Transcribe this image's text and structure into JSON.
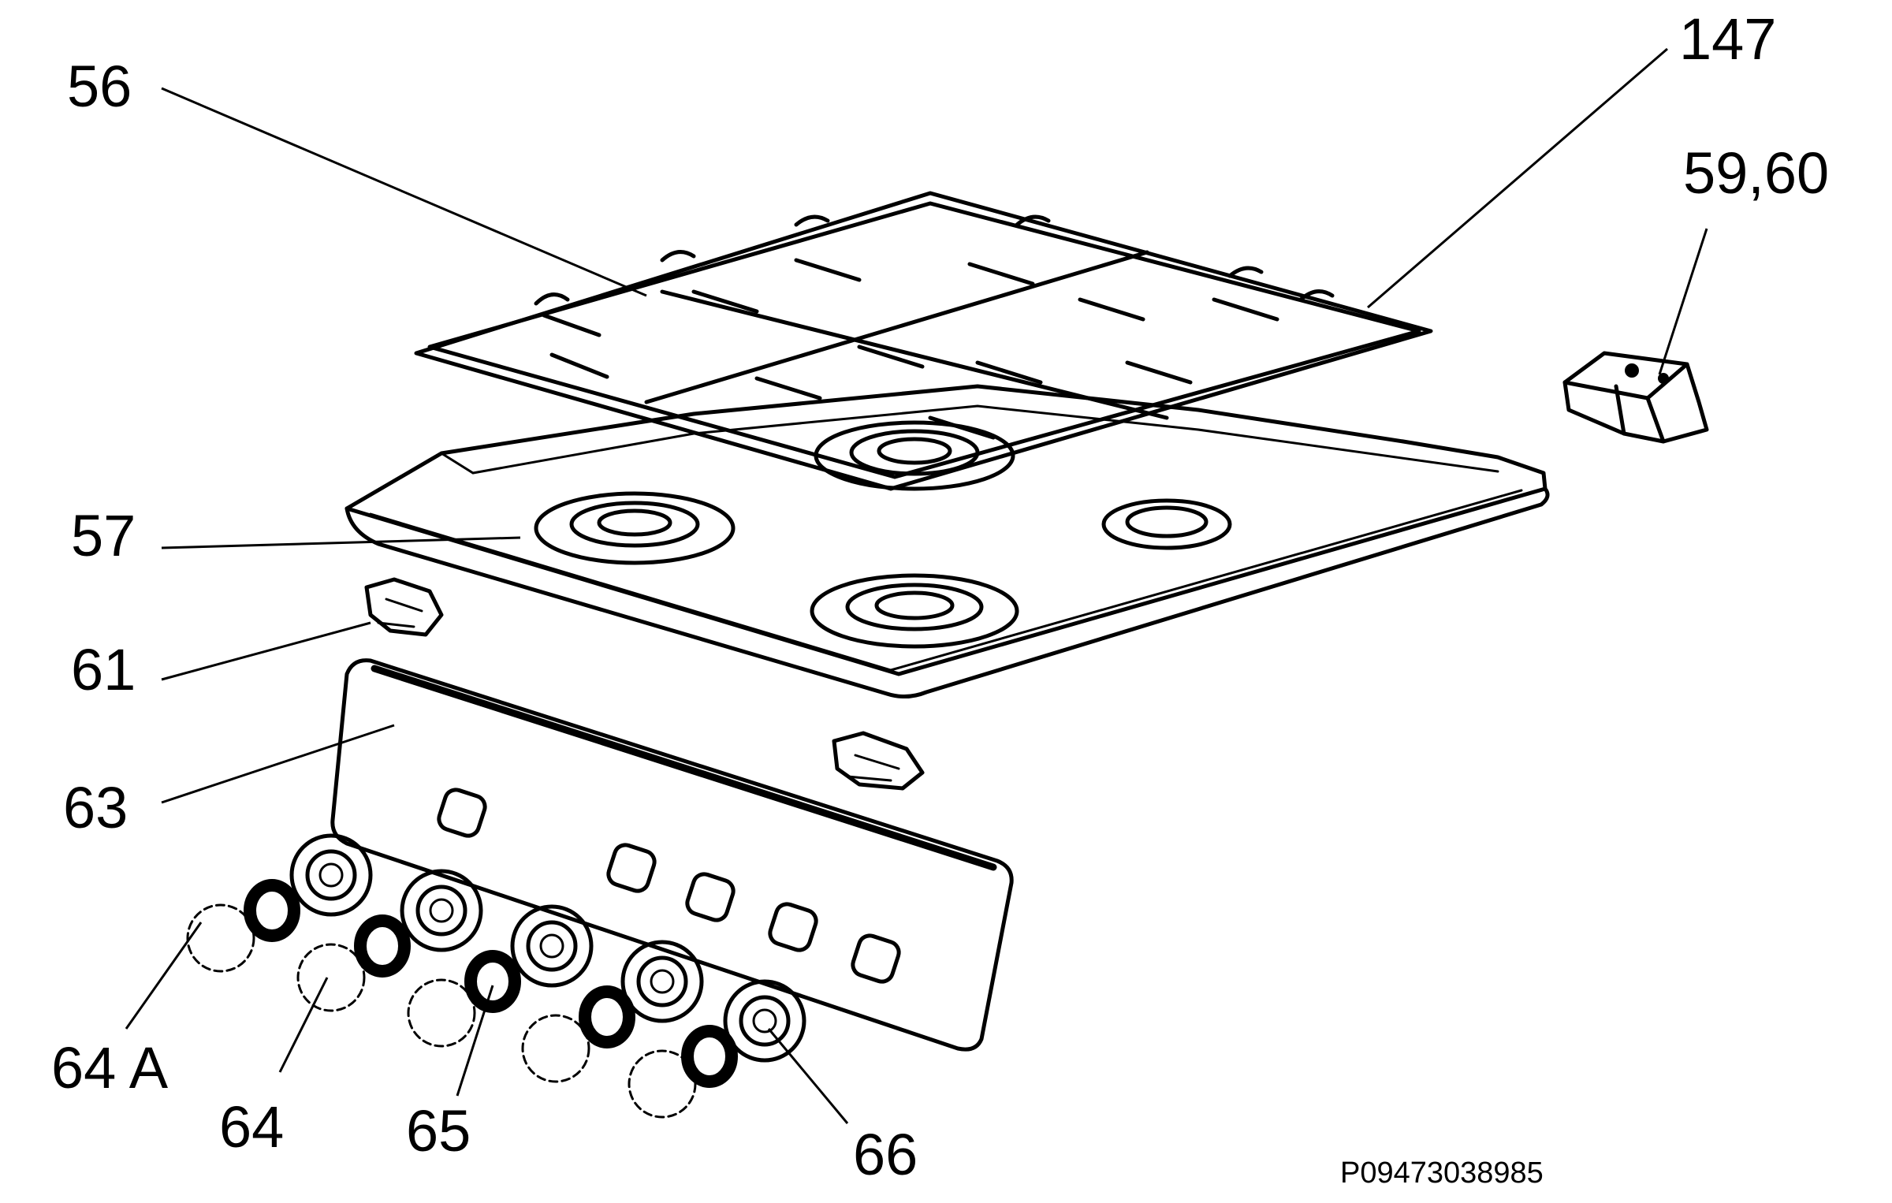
{
  "labels": {
    "l56": "56",
    "l147": "147",
    "l5960": "59,60",
    "l57": "57",
    "l61": "61",
    "l63": "63",
    "l64a": "64 A",
    "l64": "64",
    "l65": "65",
    "l66": "66"
  },
  "drawing_code": "P09473038985"
}
